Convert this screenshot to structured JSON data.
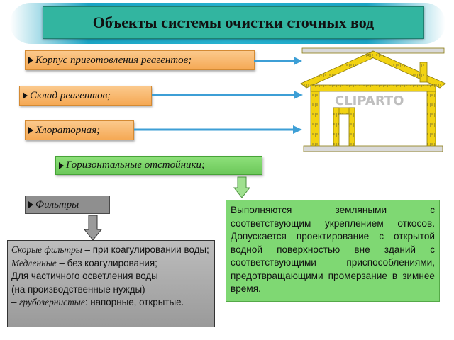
{
  "title": "Объекты системы очистки сточных вод",
  "items": {
    "reagent_building": "Корпус приготовления реагентов;",
    "reagent_warehouse": "Склад реагентов;",
    "chlorination": "Хлораторная;",
    "settling_tanks": "Горизонтальные отстойники;",
    "filters": "Фильтры"
  },
  "house_watermark": "CLIPARTO",
  "description": "Выполняются земляными с соответствующим укреплением откосов. Допускается проектирование с открытой водной поверхностью вне зданий с соответствующими приспособлениями, предотвращающими промерзание в зимнее время.",
  "filters_box": {
    "fast_term": "Скорые фильтры",
    "fast_rest": " – при коагулировании воды;",
    "slow_term": "Медленные",
    "slow_rest": " – без коагулирования;",
    "partial_line1": "Для частичного осветления воды",
    "partial_line2": "(на производственные нужды)",
    "coarse_dash": "– ",
    "coarse_term": "грубозернистые",
    "coarse_rest": ": напорные, открытые."
  },
  "colors": {
    "title_bg": "#32b5a0",
    "banner": "#27b2cf",
    "item_yellow": "#f5a955",
    "item_green": "#6cc85a",
    "arrow_blue": "#3d9fd6",
    "ruler_yellow": "#f2d312"
  }
}
